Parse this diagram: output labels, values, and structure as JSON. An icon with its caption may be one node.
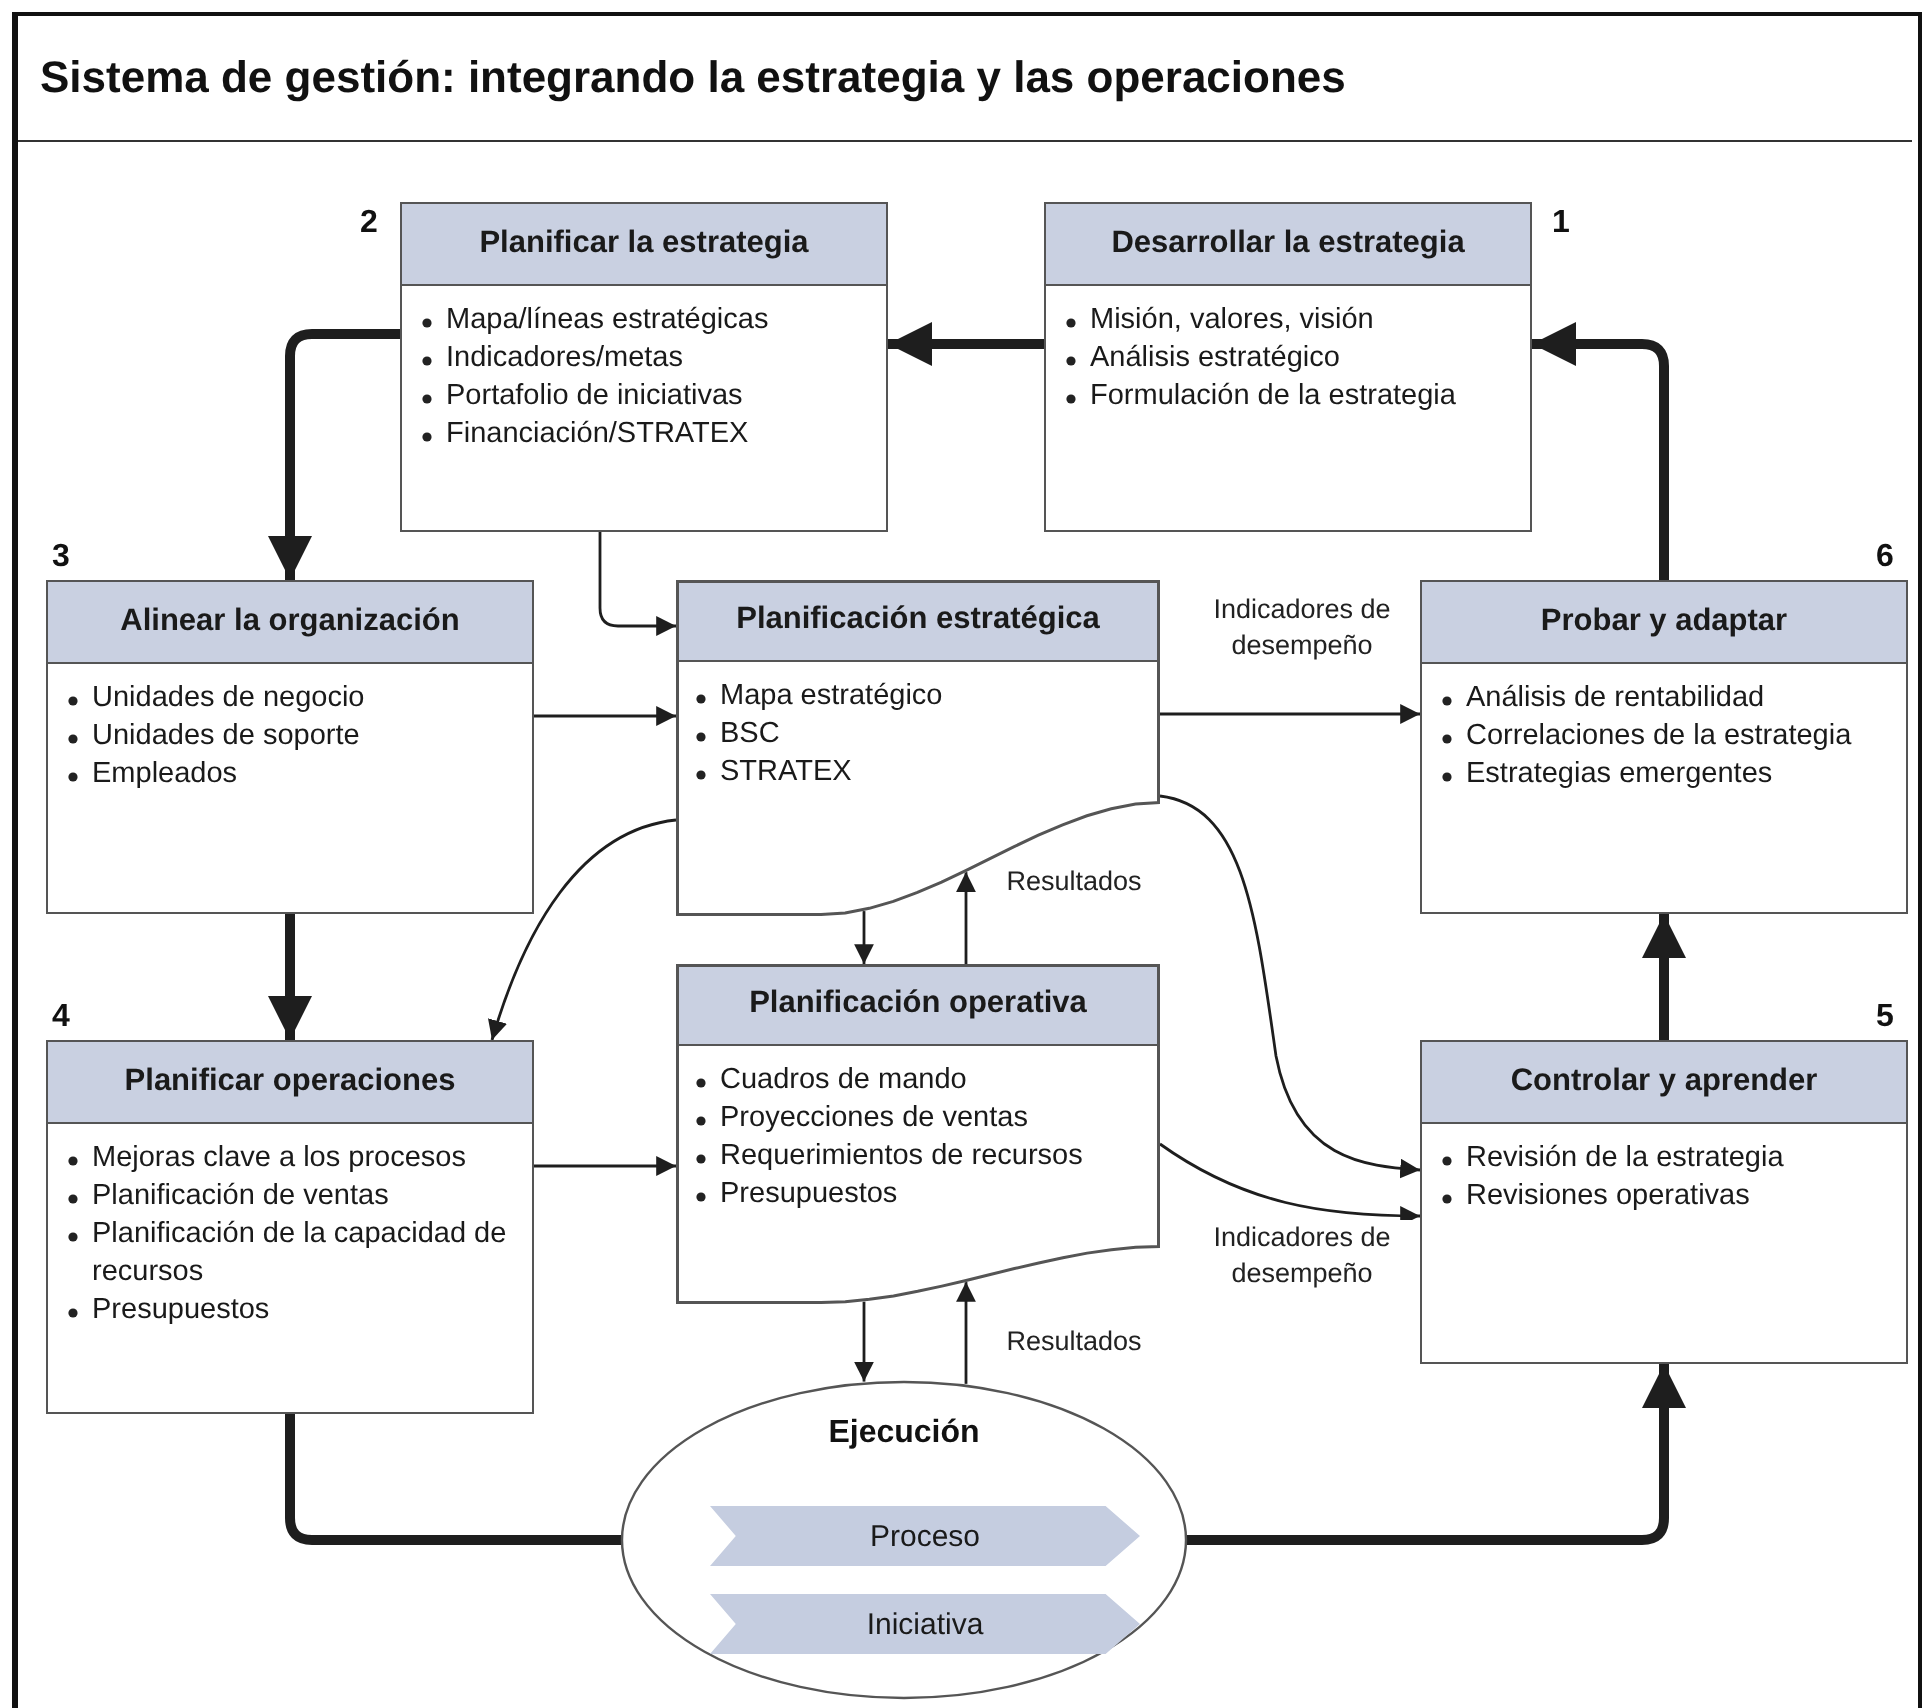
{
  "diagram": {
    "title": "Sistema de gestión: integrando la estrategia y las operaciones",
    "nodes": [
      {
        "text": [
          "Planificar la estrategia",
          "Mapa/líneas estratégicas",
          "Indicadores/metas",
          "Portafolio de iniciativas",
          "Financiación/STRATEX"
        ],
        "beside": [
          "2"
        ]
      },
      {
        "text": [
          "Desarrollar la estrategia",
          "Misión, valores, visión",
          "Análisis estratégico",
          "Formulación de la estrategia"
        ],
        "beside": [
          "1"
        ]
      },
      {
        "text": [
          "Alinear la organización",
          "Unidades de negocio",
          "Unidades de soporte",
          "Empleados"
        ],
        "beside": [
          "3"
        ]
      },
      {
        "text": [
          "Planificación estratégica",
          "Mapa estratégico",
          "BSC",
          "STRATEX"
        ]
      },
      {
        "text": [
          "Probar y adaptar",
          "Análisis de rentabilidad",
          "Correlaciones de la estrategia",
          "Estrategias emergentes"
        ],
        "beside": [
          "6"
        ]
      },
      {
        "text": [
          "Planificar operaciones",
          "Mejoras clave a los procesos",
          "Planificación de ventas",
          "Planificación de la capacidad de recursos",
          "Presupuestos"
        ],
        "beside": [
          "4"
        ]
      },
      {
        "text": [
          "Planificación operativa",
          "Cuadros de mando",
          "Proyecciones de ventas",
          "Requerimientos de recursos",
          "Presupuestos"
        ]
      },
      {
        "text": [
          "Controlar y aprender",
          "Revisión de la estrategia",
          "Revisiones operativas"
        ],
        "beside": [
          "5"
        ]
      },
      {
        "text": [
          "Ejecución"
        ]
      },
      {
        "text": [
          "Proceso"
        ],
        "in": 8
      },
      {
        "text": [
          "Iniciativa"
        ],
        "in": 8
      }
    ],
    "edges": [
      {
        "from": 1,
        "to": 0,
        "arrow": "to",
        "style": "thick"
      },
      {
        "from": 0,
        "to": 2,
        "arrow": "to",
        "style": "thick"
      },
      {
        "from": 0,
        "to": 3,
        "arrow": "to"
      },
      {
        "from": 2,
        "to": 3,
        "arrow": "to"
      },
      {
        "from": 2,
        "to": 5,
        "arrow": "to",
        "style": "thick"
      },
      {
        "from": 3,
        "to": 4,
        "arrow": "to",
        "label": "Indicadores de desempeño"
      },
      {
        "from": 3,
        "to": 5,
        "arrow": "to"
      },
      {
        "from": 3,
        "to": 6,
        "arrow": "to"
      },
      {
        "from": 6,
        "to": 3,
        "arrow": "to",
        "label": "Resultados"
      },
      {
        "from": 3,
        "to": 7,
        "arrow": "to"
      },
      {
        "from": 5,
        "to": 6,
        "arrow": "to"
      },
      {
        "from": 6,
        "to": 7,
        "arrow": "to",
        "label": "Indicadores de desempeño"
      },
      {
        "from": 6,
        "to": 8,
        "arrow": "to"
      },
      {
        "from": 8,
        "to": 6,
        "arrow": "to",
        "label": "Resultados"
      },
      {
        "from": 5,
        "to": 8,
        "arrow": "none",
        "style": "thick"
      },
      {
        "from": 8,
        "to": 7,
        "arrow": "to",
        "style": "thick"
      },
      {
        "from": 7,
        "to": 4,
        "arrow": "to",
        "style": "thick"
      },
      {
        "from": 4,
        "to": 1,
        "arrow": "to",
        "style": "thick"
      }
    ]
  }
}
